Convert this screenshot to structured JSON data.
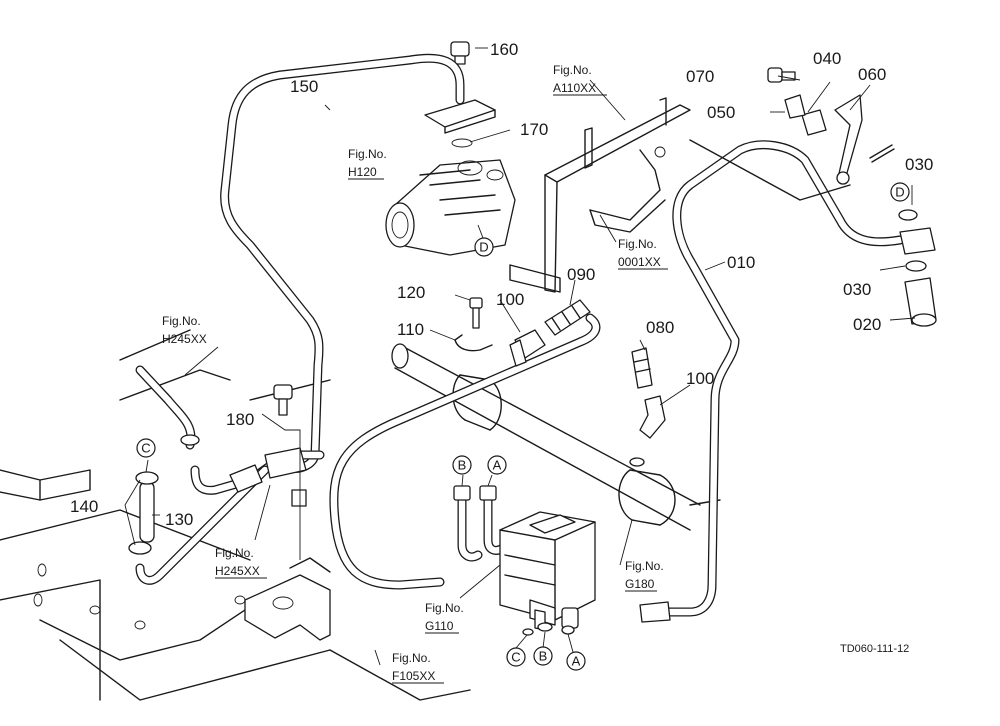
{
  "diagram": {
    "drawing_code": "TD060-111-12",
    "fig_prefix": "Fig.No.",
    "parts": {
      "p010": "010",
      "p020": "020",
      "p030a": "030",
      "p030b": "030",
      "p040": "040",
      "p050": "050",
      "p060": "060",
      "p070": "070",
      "p080": "080",
      "p090": "090",
      "p100a": "100",
      "p100b": "100",
      "p110": "110",
      "p120": "120",
      "p130": "130",
      "p140": "140",
      "p150": "150",
      "p160": "160",
      "p170": "170",
      "p180": "180"
    },
    "figs": {
      "a110": "A110XX",
      "h120": "H120",
      "o001": "0001XX",
      "h245top": "H245XX",
      "h245bot": "H245XX",
      "g110": "G110",
      "g180": "G180",
      "f105": "F105XX"
    },
    "callouts": {
      "a": "A",
      "b": "B",
      "c": "C",
      "d": "D"
    }
  }
}
